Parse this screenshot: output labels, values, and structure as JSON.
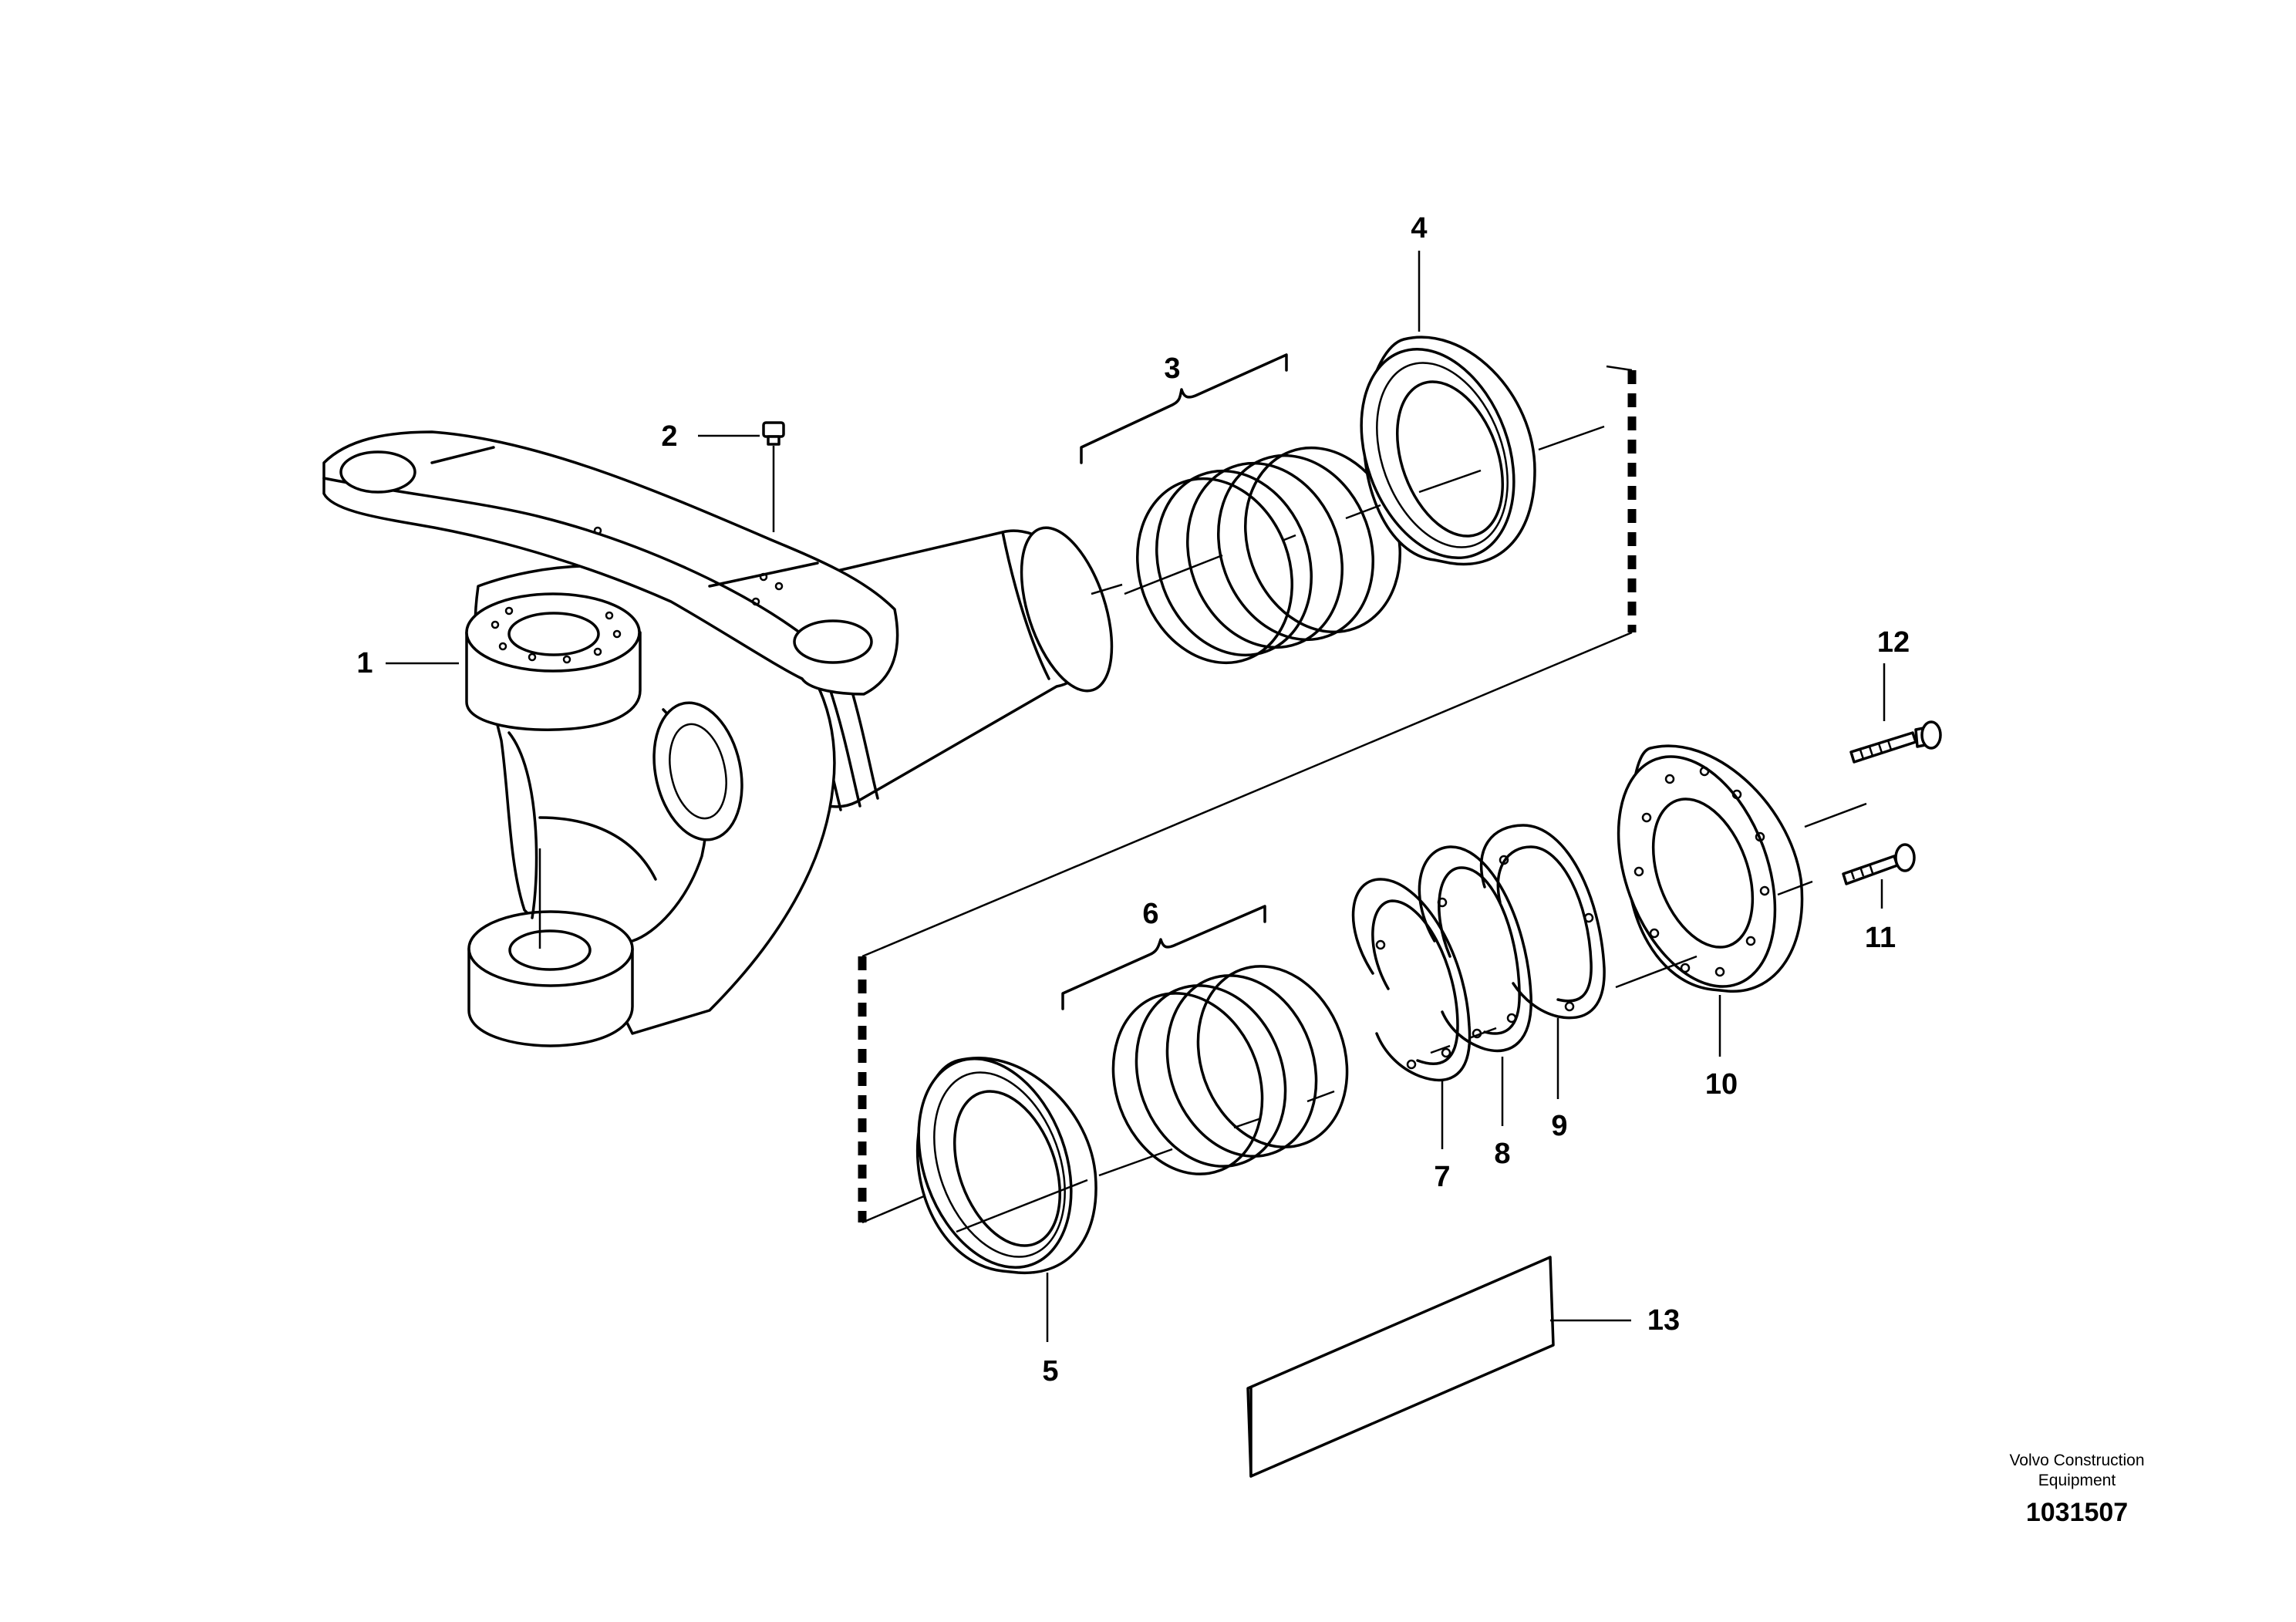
{
  "diagram": {
    "callouts": [
      "1",
      "2",
      "3",
      "4",
      "5",
      "6",
      "7",
      "8",
      "9",
      "10",
      "11",
      "12",
      "13"
    ],
    "footer": {
      "brand_line1": "Volvo Construction",
      "brand_line2": "Equipment",
      "drawing_number": "1031507"
    }
  }
}
